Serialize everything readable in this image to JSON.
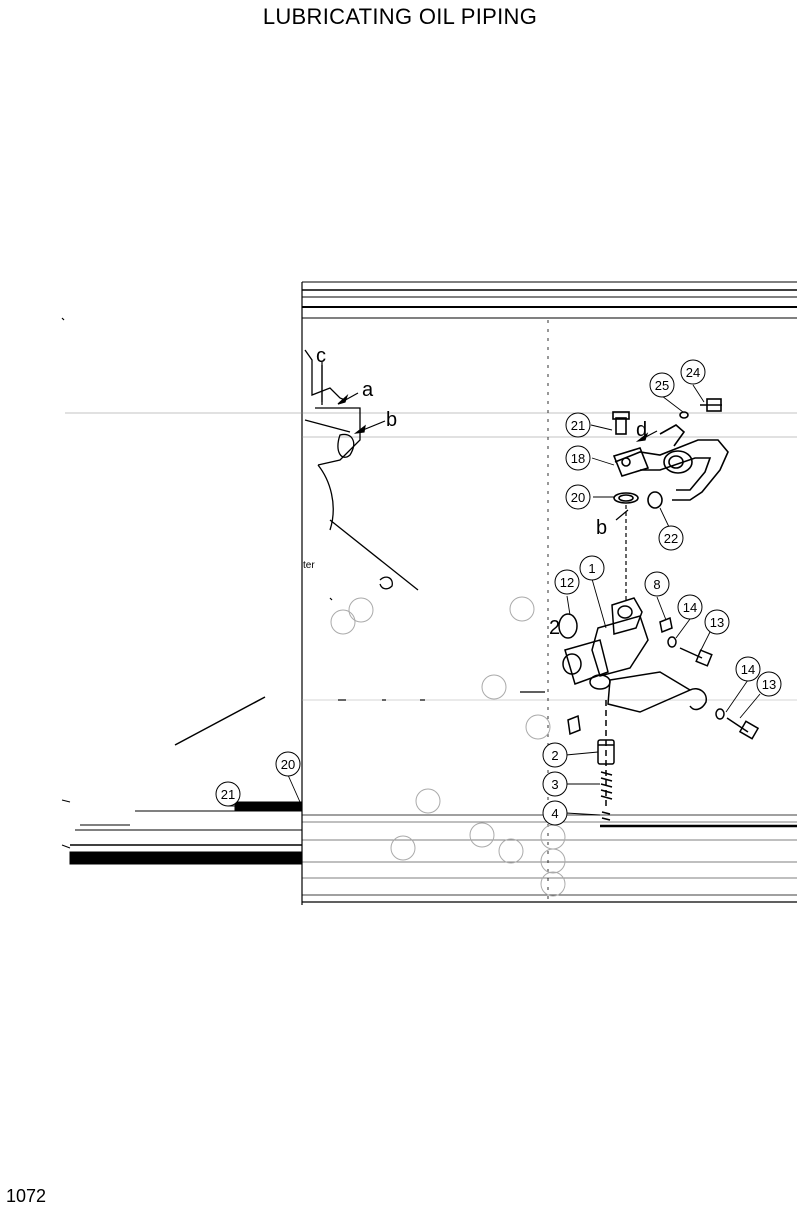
{
  "page": {
    "title": "LUBRICATING OIL PIPING",
    "page_number": "1072"
  },
  "callouts": [
    {
      "id": "24",
      "label": "24"
    },
    {
      "id": "25",
      "label": "25"
    },
    {
      "id": "21",
      "label": "21"
    },
    {
      "id": "18",
      "label": "18"
    },
    {
      "id": "20",
      "label": "20"
    },
    {
      "id": "22",
      "label": "22"
    },
    {
      "id": "12",
      "label": "12"
    },
    {
      "id": "1",
      "label": "1"
    },
    {
      "id": "8",
      "label": "8"
    },
    {
      "id": "14a",
      "label": "14"
    },
    {
      "id": "13a",
      "label": "13"
    },
    {
      "id": "14b",
      "label": "14"
    },
    {
      "id": "13b",
      "label": "13"
    },
    {
      "id": "2",
      "label": "2"
    },
    {
      "id": "3",
      "label": "3"
    },
    {
      "id": "4",
      "label": "4"
    },
    {
      "id": "20b",
      "label": "20"
    },
    {
      "id": "21b",
      "label": "21"
    }
  ],
  "letters": {
    "a": "a",
    "b": "b",
    "b2": "b",
    "c": "c",
    "d": "d"
  },
  "fragments": {
    "ter": "ter",
    "partial_num": "2"
  }
}
